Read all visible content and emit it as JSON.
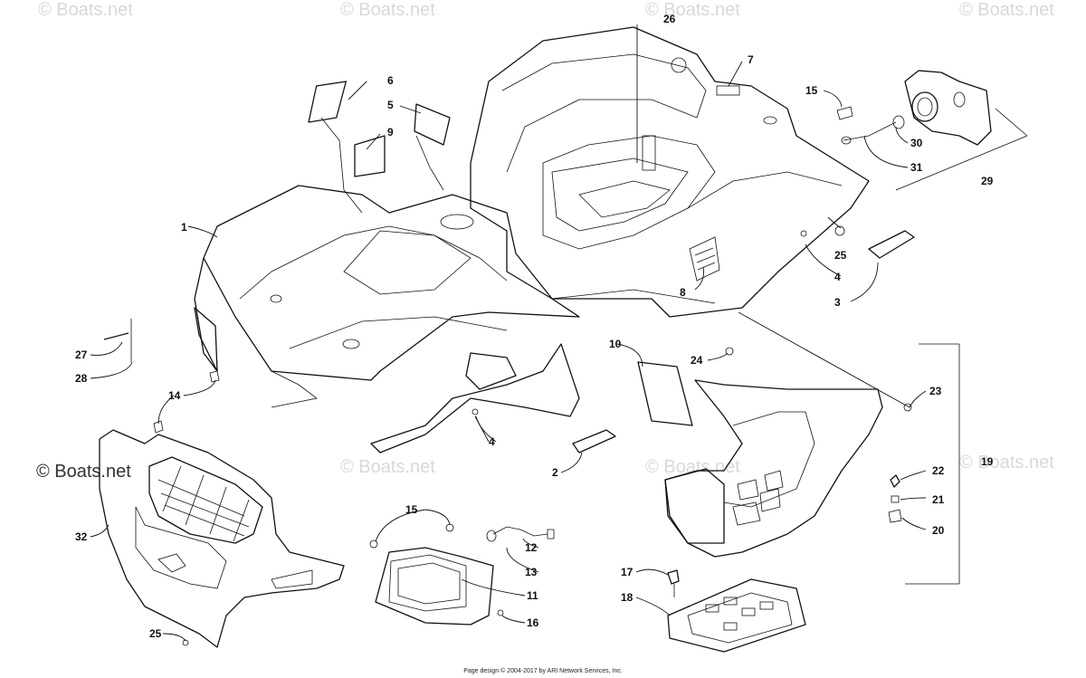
{
  "watermark": {
    "text": "© Boats.net"
  },
  "footer": {
    "text": "Page design © 2004-2017 by ARI Network Services, Inc."
  },
  "callouts": [
    "26",
    "7",
    "6",
    "5",
    "9",
    "15",
    "30",
    "31",
    "29",
    "1",
    "25",
    "4",
    "8",
    "3",
    "27",
    "28",
    "14",
    "10",
    "24",
    "23",
    "2",
    "19",
    "22",
    "21",
    "32",
    "15",
    "12",
    "13",
    "11",
    "16",
    "17",
    "18",
    "20",
    "25",
    "4"
  ],
  "colors": {
    "line": "#111111",
    "watermark": "#d8d8d8",
    "background": "#ffffff"
  }
}
